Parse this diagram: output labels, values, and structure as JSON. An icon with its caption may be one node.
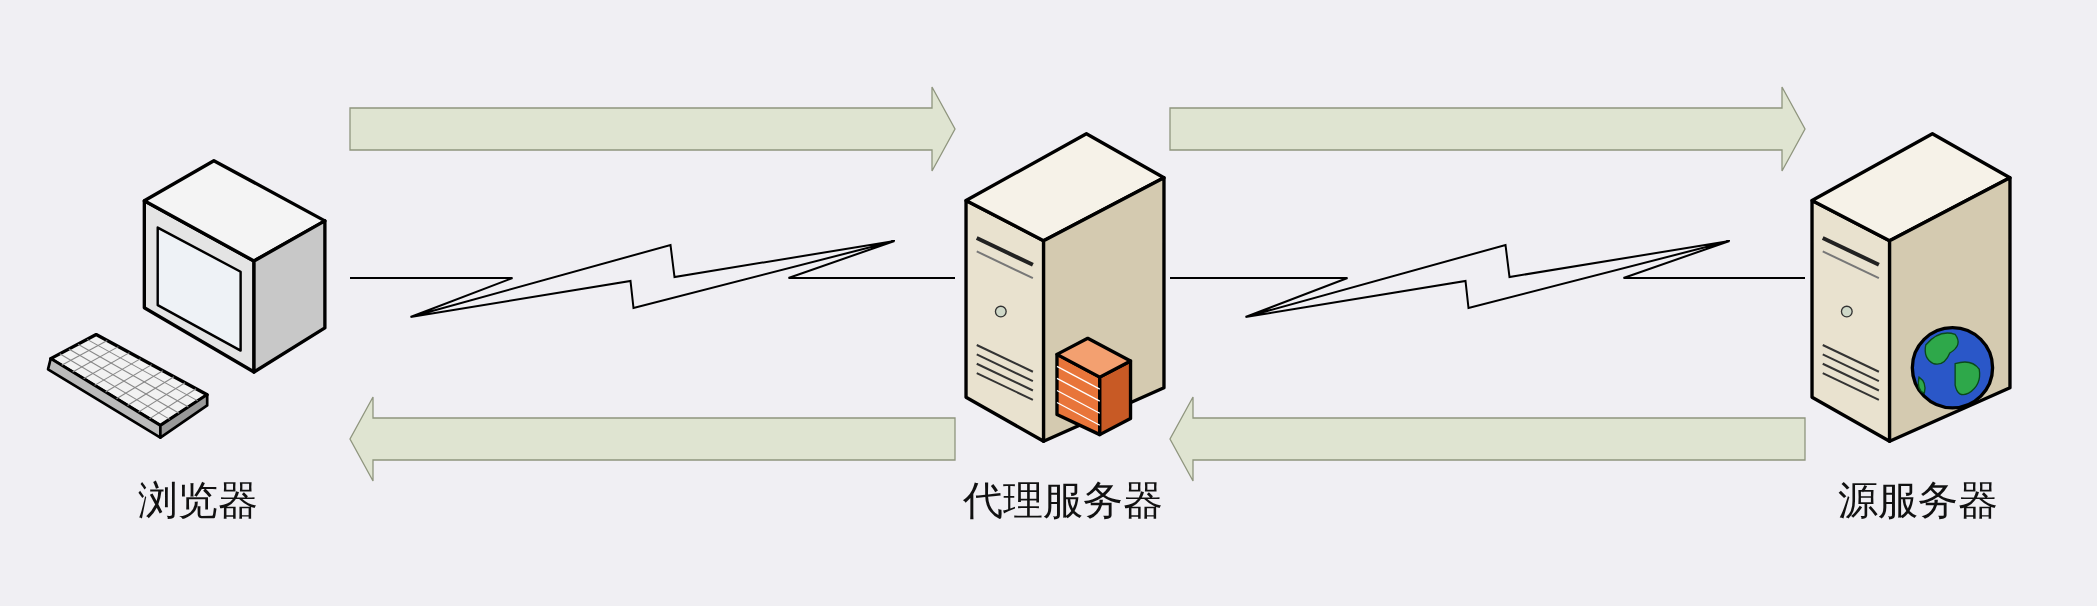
{
  "diagram": {
    "nodes": [
      {
        "text": [
          "浏览器"
        ]
      },
      {
        "text": [
          "代理服务器"
        ]
      },
      {
        "text": [
          "源服务器"
        ]
      }
    ],
    "edges": [
      {
        "from": 0,
        "to": 1,
        "arrow": "to"
      },
      {
        "from": 1,
        "to": 2,
        "arrow": "to"
      },
      {
        "from": 2,
        "to": 1,
        "arrow": "to"
      },
      {
        "from": 1,
        "to": 0,
        "arrow": "to"
      },
      {
        "from": 0,
        "to": 1,
        "arrow": "none"
      },
      {
        "from": 1,
        "to": 2,
        "arrow": "none"
      }
    ]
  }
}
